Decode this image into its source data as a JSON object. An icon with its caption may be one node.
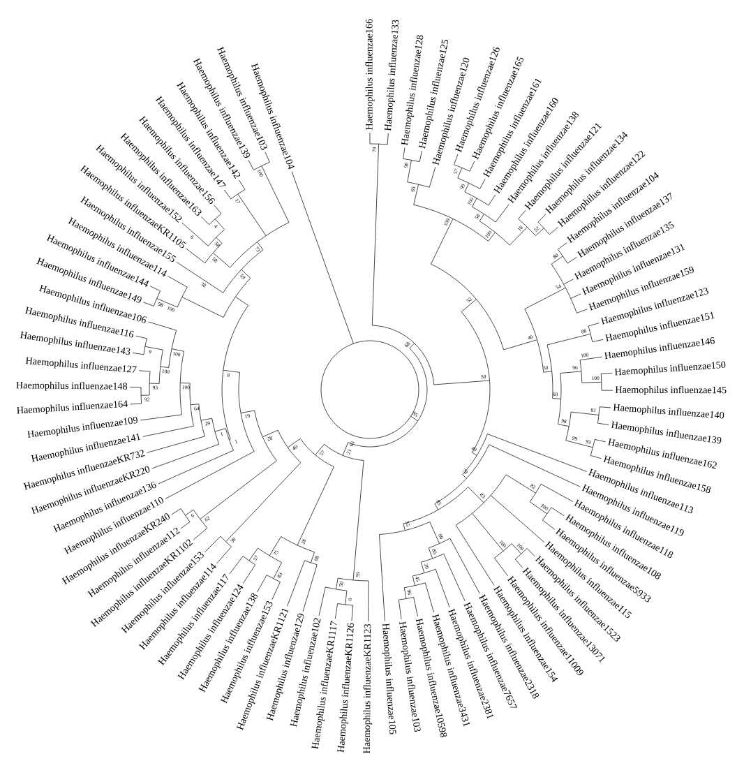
{
  "diagram": {
    "labels": [
      "Haemophilus influenzae148",
      "Haemophilus influenzae127",
      "Haemophilus influenzae143",
      "Haemophilus influenzae116",
      "Haemophilus influenzae106",
      "Haemophilus influenzae149",
      "Haemophilus influenzae144",
      "Haemophilus influenzae114",
      "Haemophilus influenzae155",
      "Haemophilus influenzaeKR1105",
      "Haemophilus influenzae152",
      "Haemophilus influenzae163",
      "Haemophilus influenzae156",
      "Haemophilus influenzae147",
      "Haemophilus influenzae142",
      "Haemophilus influenzae139",
      "Haemophilus influenzae103",
      "Haemophilus influenzae104",
      "Haemophilus influenzae166",
      "Haemophilus influenzae133",
      "Haemophilus influenzae128",
      "Haemophilus influenzae125",
      "Haemophilus influenzae120",
      "Haemophilus influenzae126",
      "Haemophilus influenzae165",
      "Haemophilus influenzae161",
      "Haemophilus influenzae160",
      "Haemophilus influenzae138",
      "Haemophilus influenzae121",
      "Haemophilus influenzae134",
      "Haemophilus influenzae122",
      "Haemophilus influenzae104",
      "Haemophilus influenzae137",
      "Haemophilus influenzae135",
      "Haemophilus influenzae131",
      "Haemophilus influenzae159",
      "Haemophilus influenzae123",
      "Haemophilus influenzae151",
      "Haemophilus influenzae146",
      "Haemophilus influenzae150",
      "Haemophilus influenzae164",
      "Haemophilus influenzae109",
      "Haemophilus influenzae141",
      "Haemophilus influenzaeKR732",
      "Haemophilus influenzaeKR220",
      "Haemophilus influenzae136",
      "Haemophilus influenzae110",
      "Haemophilus influenzaeKR240",
      "Haemophilus influenzae112",
      "Haemophilus influenzaeKR1102",
      "Haemophilus influenzae153",
      "Haemophilus influenzae114",
      "Haemophilus influenzae117",
      "Haemophilus influenzae124",
      "Haemophilus influenzae138",
      "Haemophilus influenzae153",
      "Haemophilus influenzaeKR1121",
      "Haemophilus influenzae129",
      "Haemophilus influenzae102",
      "Haemophilus influenzaeKR1117",
      "Haemophilus influenzaeKR1126",
      "Haemophilus influenzaeKR1123",
      "Haemophilus influenzae105",
      "Haemophilus influenzae103",
      "Haemophilus influenzae10598",
      "Haemophilus influenzae3431",
      "Haemophilus influenzae2381",
      "Haemophilus influenzae7657",
      "Haemophilus influenzae2318",
      "Haemophilus influenzae154",
      "Haemophilus influenzae11009",
      "Haemophilus influenzae13071",
      "Haemophilus influenzae1523",
      "Haemophilus influenzae115",
      "Haemophilus influenzae5933",
      "Haemophilus influenzae108",
      "Haemophilus influenzae118",
      "Haemophilus influenzae119",
      "Haemophilus influenzae113",
      "Haemophilus influenzae158",
      "Haemophilus influenzae162",
      "Haemophilus influenzae139",
      "Haemophilus influenzae140",
      "Haemophilus influenzae145",
      "79",
      "100",
      "90",
      "57",
      "65",
      "99",
      "17",
      "100",
      "6",
      "4",
      "100",
      "58",
      "100",
      "18",
      "52",
      "58",
      "58",
      "73",
      "80",
      "59",
      "38",
      "54",
      "98",
      "100",
      "52",
      "9",
      "100",
      "68",
      "40",
      "88",
      "100",
      "100",
      "8",
      "58",
      "30",
      "96",
      "100",
      "92",
      "93",
      "100",
      "60",
      "64",
      "29",
      "19",
      "85",
      "98",
      "81",
      "1",
      "1",
      "28",
      "40",
      "57",
      "21",
      "63",
      "49",
      "99",
      "93",
      "78",
      "82",
      "85",
      "83",
      "100",
      "6",
      "62",
      "55",
      "38",
      "57",
      "75",
      "28",
      "88",
      "86",
      "80",
      "100",
      "100",
      "30",
      "83",
      "50",
      "59",
      "45",
      "0",
      "96"
    ]
  }
}
